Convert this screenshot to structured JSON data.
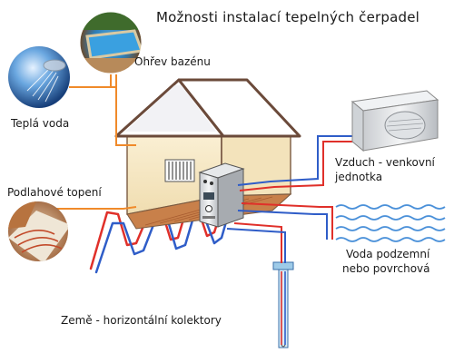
{
  "title": "Možnosti instalací tepelných čerpadel",
  "labels": {
    "pool": "Ohřev bazénu",
    "hot_water": "Teplá voda",
    "floor_heating": "Podlahové topení",
    "air_line1": "Vzduch - venkovní",
    "air_line2": "jednotka",
    "water_line1": "Voda podzemní",
    "water_line2": "nebo povrchová",
    "ground": "Země - horizontální kolektory"
  },
  "colors": {
    "hot_pipe": "#e0302a",
    "cold_pipe": "#2f5dc8",
    "hot_water_pipe": "#f08a2a",
    "water_waves": "#4a90d9",
    "house_wall": "#f6e8c4",
    "roof_outline": "#6b4a3a"
  },
  "icons": [
    "pool-photo",
    "shower-photo",
    "floor-heating-photo",
    "heat-pump-unit",
    "outdoor-ac-unit",
    "radiator-icon",
    "borehole-probe"
  ]
}
